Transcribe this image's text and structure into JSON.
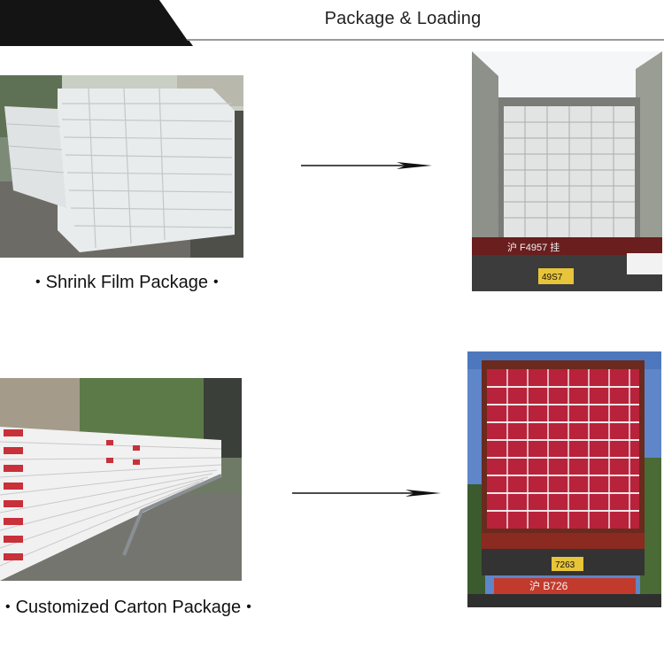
{
  "header": {
    "title": "Package & Loading"
  },
  "rows": [
    {
      "caption": "Shrink Film Package",
      "bullet": "•"
    },
    {
      "caption": "Customized Carton Package",
      "bullet": "•"
    }
  ],
  "truck_plates": {
    "top_upper": "沪 F4957 挂",
    "top_lower": "49S7",
    "bottom_upper": "7263",
    "bottom_lower": "沪 B726"
  },
  "colors": {
    "banner_black": "#141414",
    "carton_red": "#c8303a",
    "container_gray": "#a8aaa4",
    "sky_blue": "#5e86c8"
  }
}
